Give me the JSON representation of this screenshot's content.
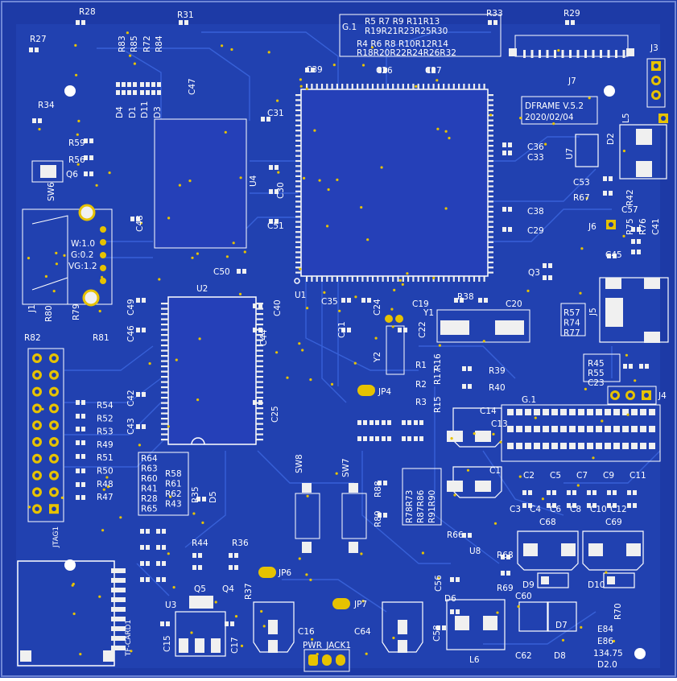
{
  "board": {
    "colors": {
      "substrate": "#1d3aa6",
      "copper": "#2b4fc4",
      "trace": "#3a64dc",
      "silk": "#ffffff",
      "pad": "#f0f0f0",
      "gold": "#e6c200",
      "outline": "#6f86d6"
    },
    "version_block": {
      "line1": "DFRAME V.5.2",
      "line2": "2020/02/04"
    },
    "group_box": {
      "tag": "G.1",
      "row1": "R5  R7  R9  R11R13",
      "row2": "R19R21R23R25R30",
      "row3": "R4  R6  R8  R10R12R14",
      "row4": "R18R20R22R24R26R32"
    },
    "group2_tag": "G.1",
    "j1_specs": {
      "w": "W:1.0",
      "g": "G:0.2",
      "vg": "VG:1.2",
      "side": "J1"
    },
    "bottom_right": {
      "l1": "134.75",
      "l2": "D2.0"
    },
    "power_label": "PWR_JACK1",
    "sd_label": "TF-CARD1",
    "jtag_label": "JTAG1",
    "connector_labels": {
      "j3": "J3",
      "j4": "J4",
      "j5": "J5",
      "j6": "J6",
      "j7": "J7"
    },
    "ic_labels": {
      "u1": "U1",
      "u2": "U2",
      "u3": "U3",
      "u4": "U4",
      "u7": "U7",
      "u8": "U8",
      "y1": "Y1",
      "y2": "Y2"
    },
    "jumper_labels": {
      "jp4": "JP4",
      "jp6": "JP6",
      "jp7": "JP7"
    },
    "switch_labels": {
      "sw6": "SW6",
      "sw7": "SW7",
      "sw8": "SW8"
    },
    "r_stack_left": [
      "R64",
      "R63",
      "R60",
      "R41",
      "R28",
      "R65"
    ],
    "r_stack_left2": [
      "R58",
      "R61",
      "R62",
      "R43"
    ],
    "r_col_jtag": [
      "R54",
      "R52",
      "R53",
      "R49",
      "R51",
      "R50",
      "R48",
      "R47"
    ],
    "r_col_mid": [
      "R78R73",
      "R87R86",
      "R91R90"
    ],
    "r_col_j5": [
      "R57",
      "R74",
      "R77"
    ],
    "r_col_r45": [
      "R45",
      "R55",
      "C23"
    ],
    "cap_row_top": [
      "C2",
      "C5",
      "C7",
      "C9",
      "C11"
    ],
    "cap_row_bot": [
      "C3",
      "C4",
      "C6",
      "C8",
      "C10",
      "C12"
    ],
    "labels": [
      {
        "t": "R28",
        "c": "r28"
      },
      {
        "t": "R31",
        "c": "r31"
      },
      {
        "t": "R33",
        "c": "r33"
      },
      {
        "t": "R29",
        "c": "r29"
      },
      {
        "t": "R27",
        "c": "r27"
      },
      {
        "t": "R34",
        "c": "r34"
      },
      {
        "t": "R59",
        "c": "r59"
      },
      {
        "t": "R56",
        "c": "r56"
      },
      {
        "t": "Q6",
        "c": "q6"
      },
      {
        "t": "R80",
        "c": "r80"
      },
      {
        "t": "R79",
        "c": "r79"
      },
      {
        "t": "R82",
        "c": "r82"
      },
      {
        "t": "R81",
        "c": "r81"
      },
      {
        "t": "C39",
        "c": "c39"
      },
      {
        "t": "C26",
        "c": "c26"
      },
      {
        "t": "C27",
        "c": "c27"
      },
      {
        "t": "C31",
        "c": "c31"
      },
      {
        "t": "C30",
        "c": "c30"
      },
      {
        "t": "C51",
        "c": "c51"
      },
      {
        "t": "C50",
        "c": "c50"
      },
      {
        "t": "C48",
        "c": "c48"
      },
      {
        "t": "C36",
        "c": "c36"
      },
      {
        "t": "C33",
        "c": "c33"
      },
      {
        "t": "C38",
        "c": "c38"
      },
      {
        "t": "C29",
        "c": "c29"
      },
      {
        "t": "C53",
        "c": "c53"
      },
      {
        "t": "R67",
        "c": "r67"
      },
      {
        "t": "C57",
        "c": "c57"
      },
      {
        "t": "L5",
        "c": "l5"
      },
      {
        "t": "D2",
        "c": "d2"
      },
      {
        "t": "R42",
        "c": "r42"
      },
      {
        "t": "R75",
        "c": "r75"
      },
      {
        "t": "R76",
        "c": "r76"
      },
      {
        "t": "C41",
        "c": "c41"
      },
      {
        "t": "C45",
        "c": "c45"
      },
      {
        "t": "Q3",
        "c": "q3"
      },
      {
        "t": "C35",
        "c": "c35"
      },
      {
        "t": "C24",
        "c": "c24"
      },
      {
        "t": "C19",
        "c": "c19"
      },
      {
        "t": "R38",
        "c": "r38"
      },
      {
        "t": "C20",
        "c": "c20"
      },
      {
        "t": "C49",
        "c": "c49"
      },
      {
        "t": "C40",
        "c": "c40"
      },
      {
        "t": "C46",
        "c": "c46"
      },
      {
        "t": "C44",
        "c": "c44"
      },
      {
        "t": "C21",
        "c": "c21"
      },
      {
        "t": "C22",
        "c": "c22"
      },
      {
        "t": "R1",
        "c": "r1"
      },
      {
        "t": "R17",
        "c": "r17"
      },
      {
        "t": "R16",
        "c": "r16"
      },
      {
        "t": "R2",
        "c": "r2"
      },
      {
        "t": "R3",
        "c": "r3"
      },
      {
        "t": "R15",
        "c": "r15"
      },
      {
        "t": "R39",
        "c": "r39"
      },
      {
        "t": "R40",
        "c": "r40"
      },
      {
        "t": "C42",
        "c": "c42"
      },
      {
        "t": "C43",
        "c": "c43"
      },
      {
        "t": "C25",
        "c": "c25"
      },
      {
        "t": "C14",
        "c": "c14"
      },
      {
        "t": "C13",
        "c": "c13"
      },
      {
        "t": "C1",
        "c": "c1"
      },
      {
        "t": "R35",
        "c": "r35"
      },
      {
        "t": "D5",
        "c": "d5"
      },
      {
        "t": "R88",
        "c": "r88"
      },
      {
        "t": "R89",
        "c": "r89"
      },
      {
        "t": "R44",
        "c": "r44"
      },
      {
        "t": "R36",
        "c": "r36"
      },
      {
        "t": "Q5",
        "c": "q5"
      },
      {
        "t": "Q4",
        "c": "q4"
      },
      {
        "t": "R37",
        "c": "r37"
      },
      {
        "t": "R66",
        "c": "r66"
      },
      {
        "t": "C68",
        "c": "c68"
      },
      {
        "t": "C69",
        "c": "c69"
      },
      {
        "t": "R68",
        "c": "r68"
      },
      {
        "t": "D9",
        "c": "d9"
      },
      {
        "t": "D10",
        "c": "d10"
      },
      {
        "t": "R69",
        "c": "r69"
      },
      {
        "t": "C56",
        "c": "c56"
      },
      {
        "t": "D6",
        "c": "d6"
      },
      {
        "t": "C60",
        "c": "c60"
      },
      {
        "t": "D7",
        "c": "d7"
      },
      {
        "t": "R70",
        "c": "r70"
      },
      {
        "t": "C16",
        "c": "c16"
      },
      {
        "t": "C64",
        "c": "c64"
      },
      {
        "t": "C58",
        "c": "c58"
      },
      {
        "t": "C15",
        "c": "c15"
      },
      {
        "t": "C17",
        "c": "c17"
      },
      {
        "t": "L6",
        "c": "l6"
      },
      {
        "t": "C62",
        "c": "c62"
      },
      {
        "t": "D8",
        "c": "d8"
      },
      {
        "t": "R83",
        "c": "r83"
      },
      {
        "t": "R85",
        "c": "r85"
      },
      {
        "t": "R72",
        "c": "r72"
      },
      {
        "t": "R84",
        "c": "r84"
      },
      {
        "t": "C47",
        "c": "c47"
      },
      {
        "t": "D4",
        "c": "d4"
      },
      {
        "t": "D1",
        "c": "d1"
      },
      {
        "t": "D11",
        "c": "d11"
      },
      {
        "t": "D3",
        "c": "d3"
      },
      {
        "t": "E84",
        "c": "e84"
      },
      {
        "t": "E86",
        "c": "e86"
      }
    ]
  }
}
